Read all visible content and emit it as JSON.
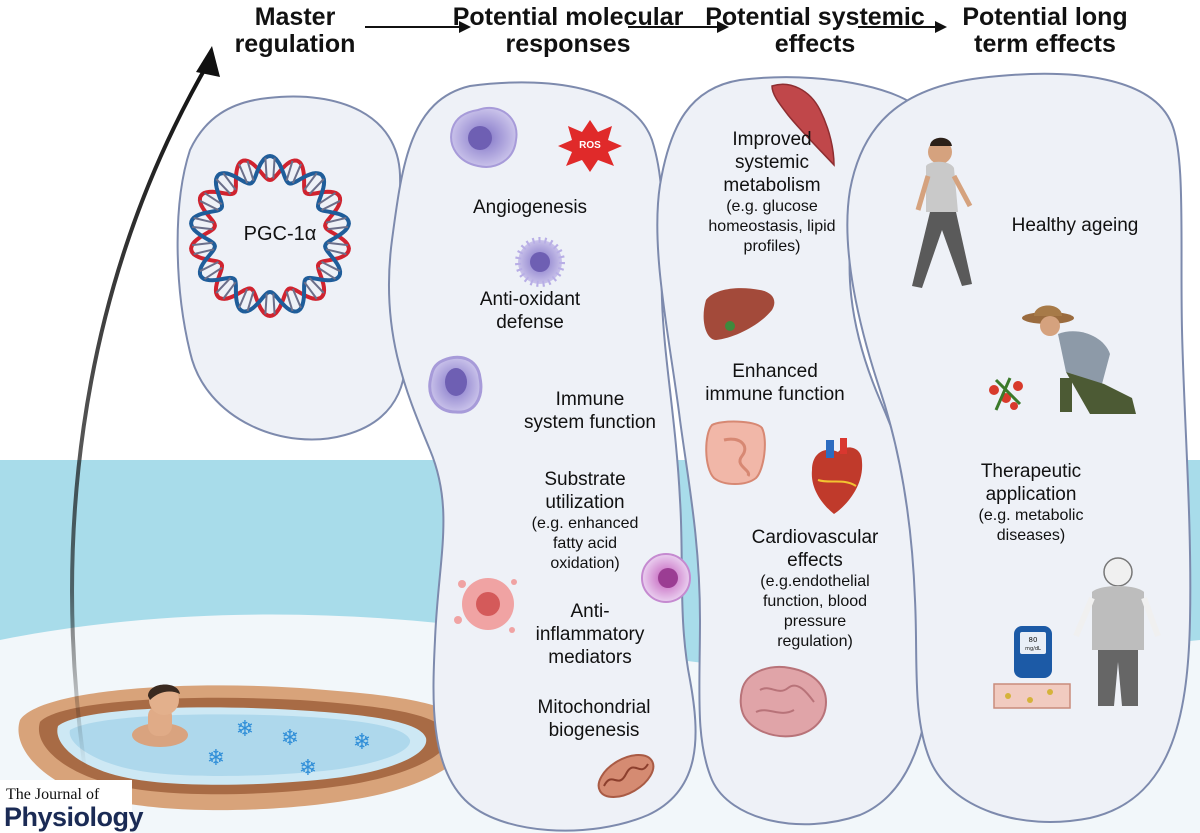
{
  "headers": {
    "master": [
      "Master",
      "regulation"
    ],
    "molecular": [
      "Potential molecular",
      "responses"
    ],
    "systemic": [
      "Potential systemic",
      "effects"
    ],
    "longterm": [
      "Potential long",
      "term effects"
    ]
  },
  "master_node": {
    "label": "PGC-1α"
  },
  "molecular_responses": {
    "ros_badge": "ROS",
    "angiogenesis": "Angiogenesis",
    "antioxidant": [
      "Anti-oxidant",
      "defense"
    ],
    "immune": [
      "Immune",
      "system function"
    ],
    "substrate": [
      "Substrate",
      "utilization"
    ],
    "substrate_example": [
      "(e.g. enhanced",
      "fatty acid",
      "oxidation)"
    ],
    "antiinflammatory": [
      "Anti-",
      "inflammatory",
      "mediators"
    ],
    "mitochondrial": [
      "Mitochondrial",
      "biogenesis"
    ]
  },
  "systemic_effects": {
    "metabolism": [
      "Improved",
      "systemic",
      "metabolism"
    ],
    "metabolism_example": [
      "(e.g. glucose",
      "homeostasis, lipid",
      "profiles)"
    ],
    "immune": [
      "Enhanced",
      "immune function"
    ],
    "cardio": [
      "Cardiovascular",
      "effects"
    ],
    "cardio_example": [
      "(e.g.endothelial",
      "function, blood",
      "pressure",
      "regulation)"
    ]
  },
  "longterm_effects": {
    "ageing": "Healthy ageing",
    "therapeutic": [
      "Therapeutic",
      "application"
    ],
    "therapeutic_example": [
      "(e.g. metabolic",
      "diseases)"
    ],
    "glucometer_value": "80",
    "glucometer_unit": "mg/dL"
  },
  "logo": {
    "line1": "The Journal of",
    "line2": "Physiology"
  },
  "colors": {
    "panel_fill": "#eef1f7",
    "panel_stroke": "#7d8aad",
    "water": "#a8dcea",
    "dna_red": "#d0232f",
    "dna_blue": "#1f5d9a",
    "snowflake": "#2f8ed8",
    "logo_text": "#1b2b55"
  }
}
